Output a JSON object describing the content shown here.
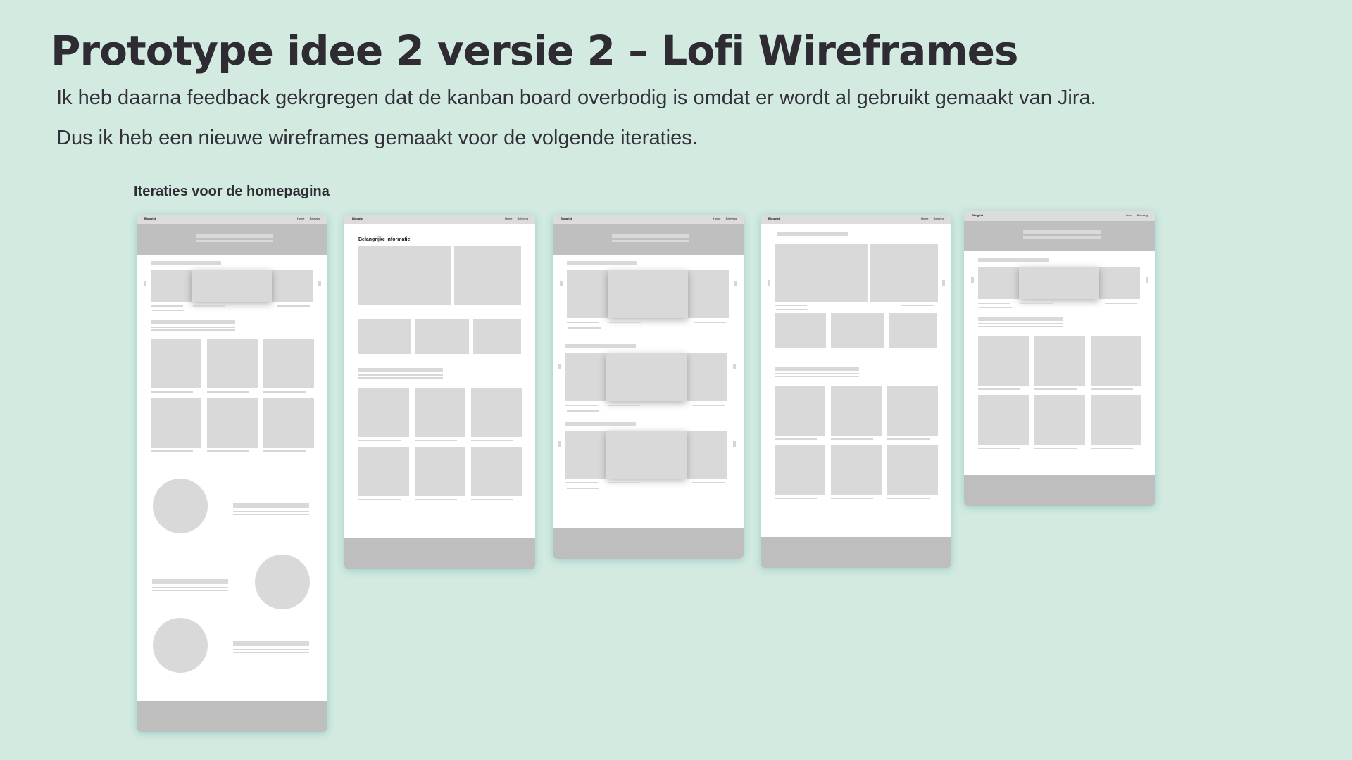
{
  "slide": {
    "title": "Prototype idee 2 versie 2 – Lofi Wireframes",
    "paragraph_1": "Ik heb daarna feedback gekrgregen dat de kanban board overbodig is omdat er wordt al gebruikt gemaakt van Jira.",
    "paragraph_2": "Dus ik heb een nieuwe wireframes gemaakt voor de volgende iteraties.",
    "section_label": "Iteraties voor de homepagina"
  },
  "wireframe": {
    "logo": "Bloqpist",
    "nav_home": "Home",
    "nav_account": "Beleving",
    "info_heading": "Belangrijke informatie"
  },
  "colors": {
    "background": "#d2eadf",
    "frame": "#ffffff",
    "placeholder": "#d9d9d9",
    "hero": "#bfbfbf",
    "footer": "#bebebe",
    "text": "#2e2b33"
  }
}
